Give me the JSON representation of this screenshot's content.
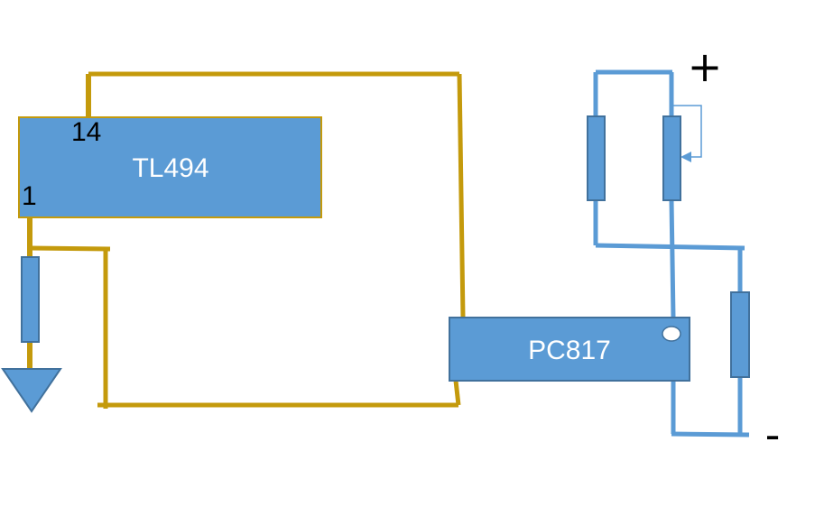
{
  "diagram": {
    "tl494": {
      "label": "TL494",
      "pin_top": "14",
      "pin_left": "1"
    },
    "pc817": {
      "label": "PC817"
    },
    "polarity": {
      "plus": "+",
      "minus": "-"
    },
    "colors": {
      "gold_wire": "#c49a0c",
      "blue_wire": "#5b9bd5",
      "block_fill": "#5b9bd5",
      "block_stroke_tl494": "#c49a0c",
      "block_stroke_pc817": "#41719c",
      "resistor_stroke": "#41719c"
    }
  }
}
